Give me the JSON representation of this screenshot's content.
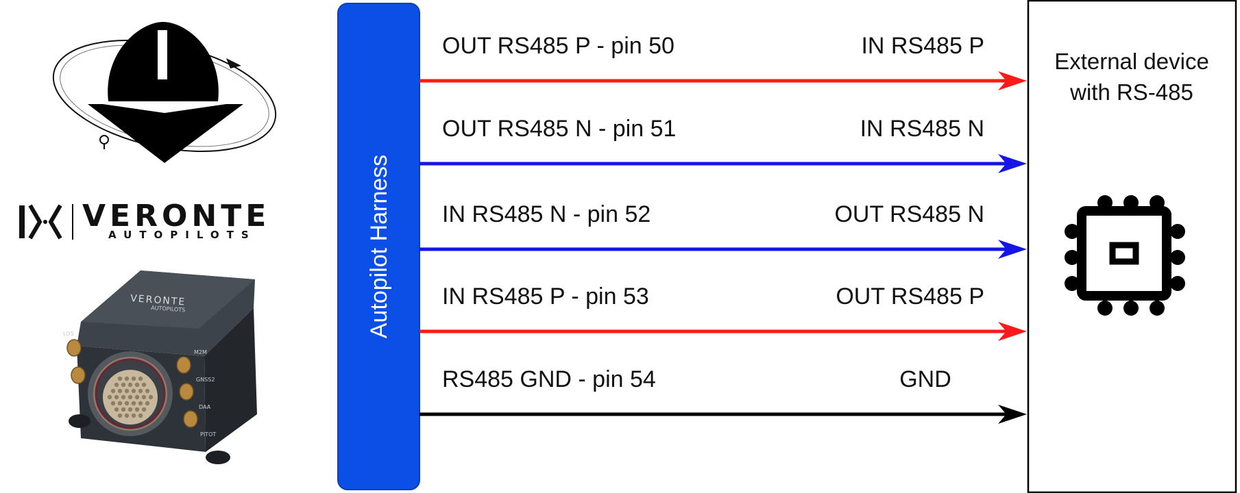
{
  "brand": {
    "name": "VERONTE",
    "tagline": "AUTOPILOTS",
    "device_brand": "VERONTE",
    "device_tagline": "AUTOPILOTS",
    "device_port_labels": [
      "LOS",
      "M2M",
      "GNSS2",
      "DAA",
      "PITOT"
    ]
  },
  "harness": {
    "label": "Autopilot Harness",
    "color": "#0b4fe6",
    "border": "#0a3fb8"
  },
  "device": {
    "label_line1": "External device",
    "label_line2": "with RS-485",
    "icon": "microchip-icon"
  },
  "connections": [
    {
      "left": "OUT RS485 P - pin 50",
      "right": "IN RS485 P",
      "direction": "to-device",
      "color": "#ff1a1a"
    },
    {
      "left": "OUT RS485 N - pin 51",
      "right": "IN RS485 N",
      "direction": "to-device",
      "color": "#1515e6"
    },
    {
      "left": "IN RS485 N - pin 52",
      "right": "OUT RS485 N",
      "direction": "to-device",
      "color": "#1515e6"
    },
    {
      "left": "IN RS485 P - pin 53",
      "right": "OUT RS485 P",
      "direction": "to-device",
      "color": "#ff1a1a"
    },
    {
      "left": "RS485 GND - pin 54",
      "right": "GND",
      "direction": "to-device",
      "color": "#000000"
    }
  ]
}
